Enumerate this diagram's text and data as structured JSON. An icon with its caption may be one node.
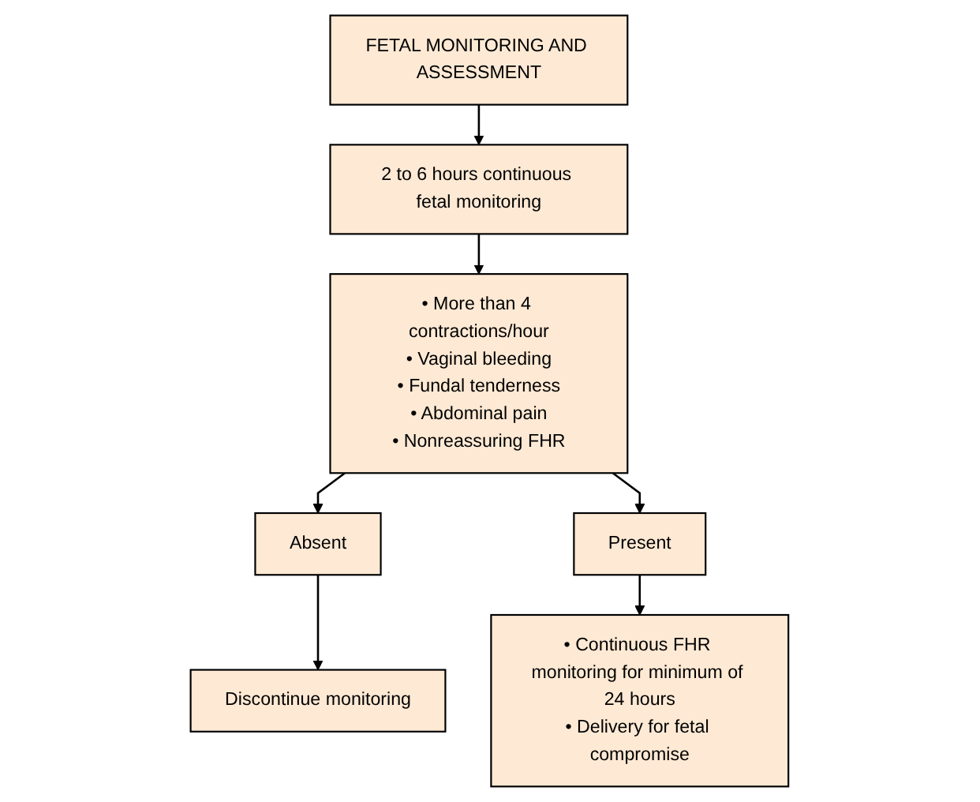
{
  "diagram": {
    "nodes": [
      {
        "text": [
          "FETAL MONITORING AND ASSESSMENT"
        ]
      },
      {
        "text": [
          "2 to 6 hours continuous fetal monitoring"
        ]
      },
      {
        "text": [
          "• More than 4 contractions/hour",
          "• Vaginal bleeding",
          "• Fundal tenderness",
          "• Abdominal pain",
          "• Nonreassuring FHR"
        ]
      },
      {
        "text": [
          "Absent"
        ]
      },
      {
        "text": [
          "Present"
        ]
      },
      {
        "text": [
          "Discontinue monitoring"
        ]
      },
      {
        "text": [
          "• Continuous FHR monitoring for minimum of 24 hours",
          "• Delivery for fetal compromise"
        ]
      }
    ],
    "edges": [
      {
        "from": 0,
        "to": 1,
        "arrow": "to"
      },
      {
        "from": 1,
        "to": 2,
        "arrow": "to"
      },
      {
        "from": 2,
        "to": 3,
        "arrow": "to"
      },
      {
        "from": 2,
        "to": 4,
        "arrow": "to"
      },
      {
        "from": 3,
        "to": 5,
        "arrow": "to"
      },
      {
        "from": 4,
        "to": 6,
        "arrow": "to"
      }
    ]
  }
}
